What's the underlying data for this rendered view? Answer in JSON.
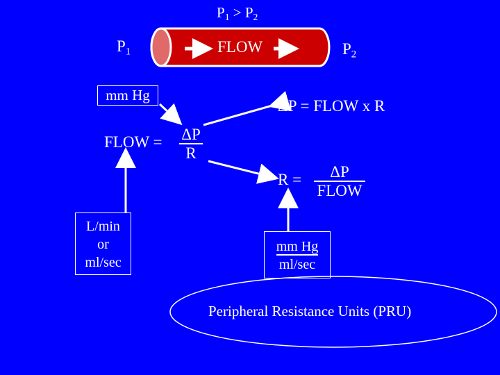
{
  "title": {
    "p1": "P",
    "sub1": "1",
    "gt": " > ",
    "p2": "P",
    "sub2": "2"
  },
  "left_label": {
    "text": "P",
    "sub": "1"
  },
  "right_label": {
    "text": "P",
    "sub": "2"
  },
  "vessel": {
    "flow_label": "FLOW",
    "color": "#cc0000",
    "end_color": "#e06a6a"
  },
  "mmhg_box": "mm Hg",
  "flow_equation": {
    "lhs": "FLOW =",
    "numerator": "ΔP",
    "denominator": "R"
  },
  "units_box": {
    "line1": "L/min",
    "line2": "or",
    "line3": "ml/sec"
  },
  "delta_equation": "ΔP = FLOW x R",
  "r_equation": {
    "lhs": "R =",
    "numerator": "ΔP",
    "denominator": "FLOW"
  },
  "prus_box": {
    "line1": "mm Hg",
    "line2": "ml/sec"
  },
  "ellipse_label": "Peripheral Resistance Units (PRU)",
  "colors": {
    "background": "#0000FF",
    "foreground": "#FFFFFF",
    "arrow": "#FFFFFF"
  }
}
